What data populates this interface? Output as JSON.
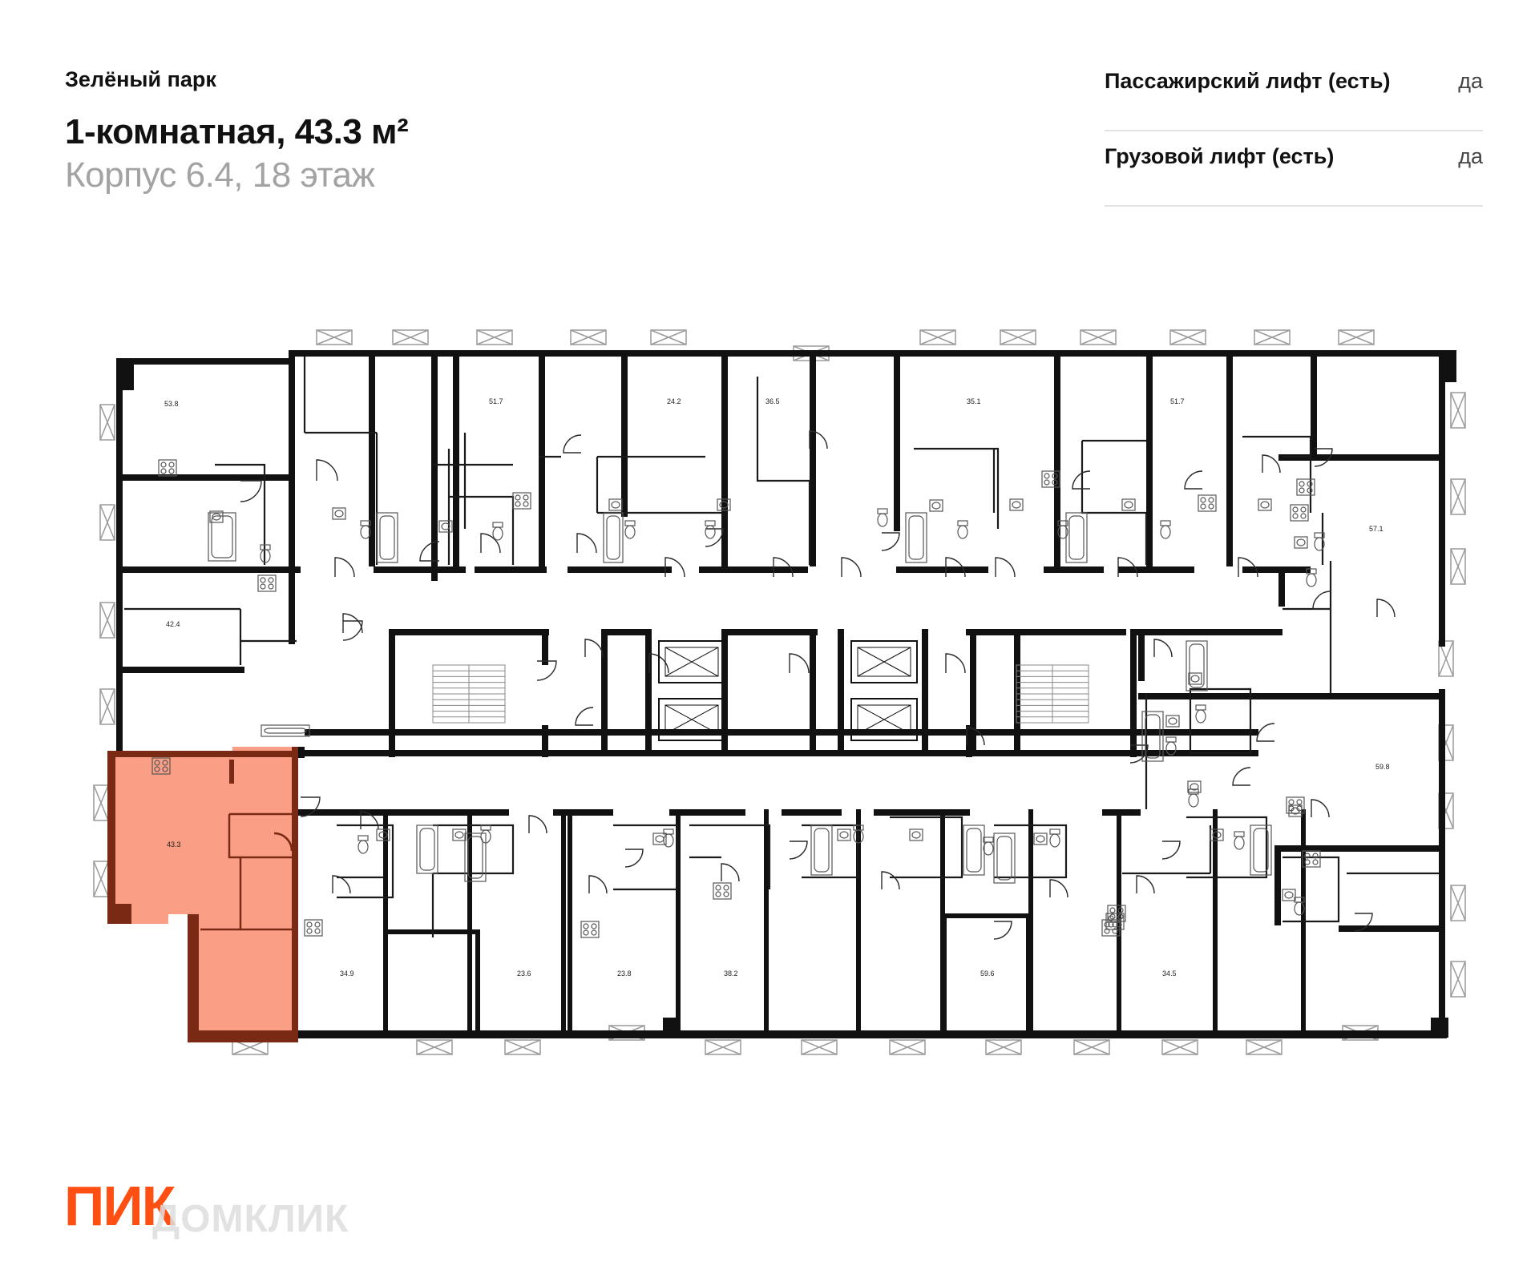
{
  "header": {
    "complex_name": "Зелёный парк",
    "apartment_title": "1-комнатная, 43.3 м²",
    "building_floor": "Корпус 6.4, 18 этаж"
  },
  "features": [
    {
      "label": "Пассажирский лифт (есть)",
      "value": "да"
    },
    {
      "label": "Грузовой лифт (есть)",
      "value": "да"
    }
  ],
  "plan": {
    "highlight_color": "#fa9f86",
    "highlight_wall_color": "#7a2a14",
    "wall_color": "#111111",
    "selected_area": "43.3",
    "units": [
      {
        "area": "53.8"
      },
      {
        "area": "51.7"
      },
      {
        "area": "24.2"
      },
      {
        "area": "36.5"
      },
      {
        "area": "35.1"
      },
      {
        "area": "51.7"
      },
      {
        "area": "57.1"
      },
      {
        "area": "42.4"
      },
      {
        "area": "59.8"
      },
      {
        "area": "43.3"
      },
      {
        "area": "34.9"
      },
      {
        "area": "23.6"
      },
      {
        "area": "23.8"
      },
      {
        "area": "38.2"
      },
      {
        "area": "59.6"
      },
      {
        "area": "34.5"
      }
    ]
  },
  "branding": {
    "logo_text": "ПИК",
    "watermark_text": "ДОМКЛИК",
    "logo_color": "#ff4f12"
  }
}
